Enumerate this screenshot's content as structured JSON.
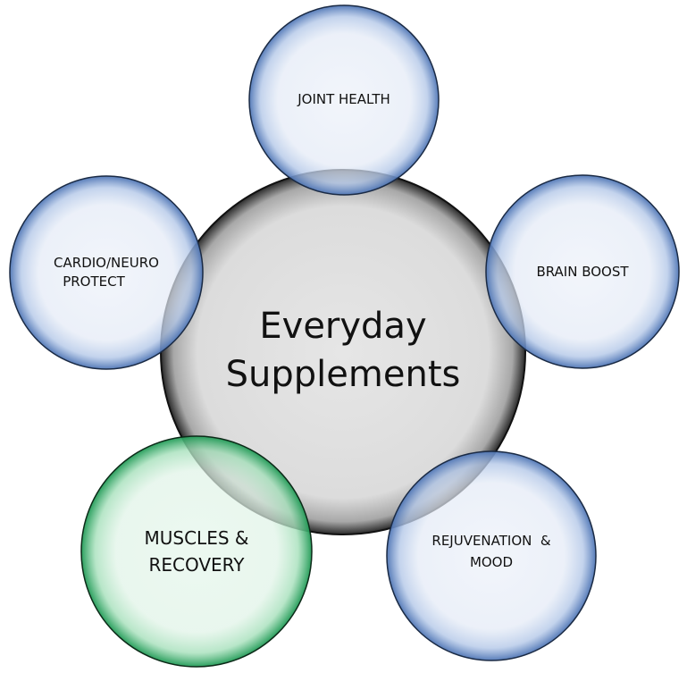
{
  "center": {
    "line1": "Everyday",
    "line2": "Supplements"
  },
  "nodes": [
    {
      "id": "joint",
      "line1": "JOINT HEALTH",
      "line2": "",
      "color": "#5b84c4"
    },
    {
      "id": "brain",
      "line1": "BRAIN BOOST",
      "line2": "",
      "color": "#5b84c4"
    },
    {
      "id": "cardio",
      "line1": "CARDIO/NEURO",
      "line2": "PROTECT",
      "color": "#5b84c4"
    },
    {
      "id": "muscles",
      "line1": "MUSCLES &",
      "line2": "RECOVERY",
      "color": "#2ea865"
    },
    {
      "id": "rejuv",
      "line1": "REJUVENATION  &",
      "line2": "MOOD",
      "color": "#5b84c4"
    }
  ]
}
